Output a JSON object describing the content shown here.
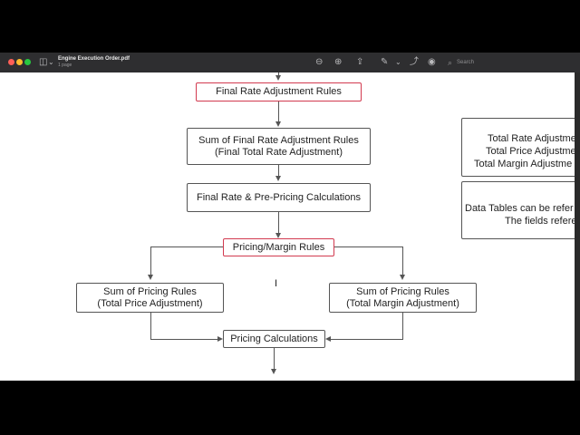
{
  "window": {
    "title": "Engine Execution Order.pdf",
    "subtitle": "1 page"
  },
  "toolbar": {
    "sidebar_glyph": "◫",
    "chevron_glyph": "⌄",
    "zoom_out_glyph": "⊖",
    "zoom_in_glyph": "⊕",
    "share_glyph": "⇪",
    "markup_glyph": "✎",
    "markup_chevron_glyph": "⌄",
    "rotate_glyph": "⤴",
    "annotate_glyph": "◉",
    "search_glyph": "⌕",
    "search_placeholder": "Search"
  },
  "diagram": {
    "final_rate_rules": "Final Rate Adjustment Rules",
    "sum_final_rate_line1": "Sum of Final Rate Adjustment Rules",
    "sum_final_rate_line2": "(Final Total Rate Adjustment)",
    "final_rate_calc": "Final Rate & Pre-Pricing Calculations",
    "pricing_margin_rules": "Pricing/Margin Rules",
    "sum_pricing_left_line1": "Sum of Pricing Rules",
    "sum_pricing_left_line2": "(Total Price Adjustment)",
    "sum_pricing_right_line1": "Sum of Pricing Rules",
    "sum_pricing_right_line2": "(Total Margin Adjustment)",
    "pricing_calculations": "Pricing Calculations",
    "cursor_glyph": "I"
  },
  "side_notes": {
    "box1_line1": "Total Rate Adjustme",
    "box1_line2": "Total Price Adjustme",
    "box1_line3": "Total Margin Adjustme",
    "box2_line1": "Data Tables can be refer",
    "box2_line2": "The fields refere"
  },
  "colors": {
    "red_border": "#d23a4f",
    "toolbar": "#2e2e30",
    "close": "#ff5f57",
    "minimize": "#febc2e",
    "zoom": "#28c840"
  }
}
